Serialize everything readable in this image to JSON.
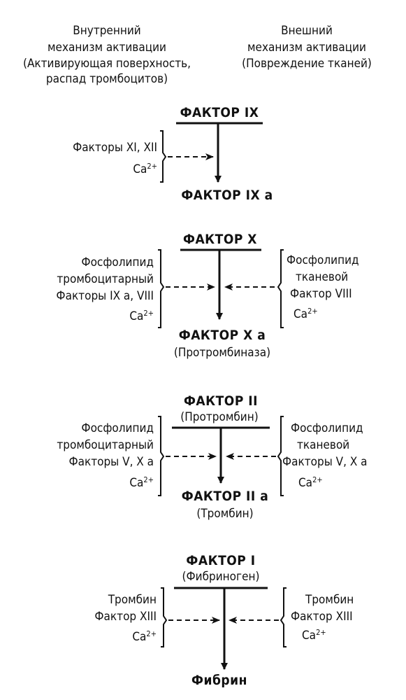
{
  "header": {
    "internal": {
      "title": "Внутренний",
      "line2": "механизм активации",
      "line3": "(Активирующая поверхность,",
      "line4": "распад тромбоцитов)"
    },
    "external": {
      "title": "Внешний",
      "line2": "механизм активации",
      "line3": "(Повреждение тканей)"
    }
  },
  "stage1": {
    "factor": "ФАКТОР IX",
    "left": [
      "Факторы XI, XII"
    ],
    "ca_base": "Ca",
    "ca_sup": "2+",
    "product": "ФАКТОР IX а"
  },
  "stage2": {
    "factor": "ФАКТОР Х",
    "left": [
      "Фосфолипид",
      "тромбоцитарный",
      "Факторы IX а, VIII"
    ],
    "right": [
      "Фосфолипид",
      "тканевой",
      "Фактор VIII"
    ],
    "ca_base": "Ca",
    "ca_sup": "2+",
    "product": "ФАКТОР Х а",
    "product_note": "(Протромбиназа)"
  },
  "stage3": {
    "factor": "ФАКТОР II",
    "factor_note": "(Протромбин)",
    "left": [
      "Фосфолипид",
      "тромбоцитарный",
      "Факторы V, Х а"
    ],
    "right": [
      "Фосфолипид",
      "тканевой",
      "Факторы V, Х а"
    ],
    "ca_base": "Ca",
    "ca_sup": "2+",
    "product": "ФАКТОР II а",
    "product_note": "(Тромбин)"
  },
  "stage4": {
    "factor": "ФАКТОР I",
    "factor_note": "(Фибриноген)",
    "left": [
      "Тромбин",
      "Фактор XIII"
    ],
    "right": [
      "Тромбин",
      "Фактор XIII"
    ],
    "ca_base": "Ca",
    "ca_sup": "2+",
    "product": "Фибрин"
  }
}
